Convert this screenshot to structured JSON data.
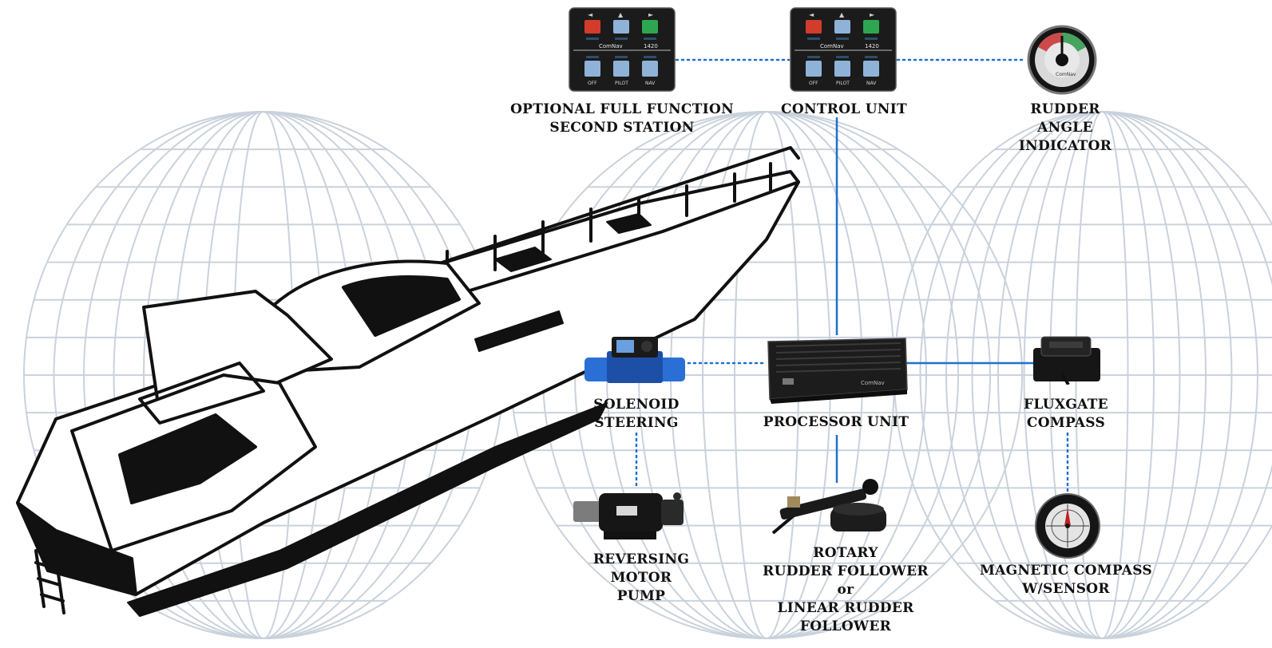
{
  "colors": {
    "link": "#1f6fd1",
    "map_lines": "#c9d2dc",
    "panel_body": "#1b1b1b",
    "btn_red": "#d33c2a",
    "btn_blue": "#8fb3d8",
    "btn_green": "#2ea64f",
    "solenoid_blue": "#2a6fd6",
    "label_text": "#111111"
  },
  "panels": {
    "brand": "ComNav",
    "model": "1420",
    "btn_off": "OFF",
    "btn_pilot": "PILOT",
    "btn_nav": "NAV"
  },
  "components": {
    "second_station": {
      "lines": [
        "OPTIONAL FULL FUNCTION",
        "SECOND STATION"
      ],
      "icon": "control-panel-icon"
    },
    "control_unit": {
      "lines": [
        "CONTROL UNIT"
      ],
      "icon": "control-panel-icon"
    },
    "rudder_angle_indicator": {
      "lines": [
        "RUDDER",
        "ANGLE",
        "INDICATOR"
      ],
      "icon": "gauge-icon"
    },
    "solenoid_steering": {
      "lines": [
        "SOLENOID",
        "STEERING"
      ],
      "icon": "solenoid-valve-icon"
    },
    "processor_unit": {
      "lines": [
        "PROCESSOR UNIT"
      ],
      "icon": "processor-box-icon"
    },
    "fluxgate_compass": {
      "lines": [
        "FLUXGATE",
        "COMPASS"
      ],
      "icon": "fluxgate-sensor-icon"
    },
    "reversing_motor_pump": {
      "lines": [
        "REVERSING",
        "MOTOR",
        "PUMP"
      ],
      "icon": "motor-pump-icon"
    },
    "rudder_follower": {
      "lines": [
        "ROTARY",
        "RUDDER FOLLOWER",
        "or",
        "LINEAR RUDDER",
        "FOLLOWER"
      ],
      "icon": "rudder-follower-icon"
    },
    "magnetic_compass": {
      "lines": [
        "MAGNETIC COMPASS",
        "W/SENSOR"
      ],
      "icon": "compass-icon"
    }
  },
  "illustration": {
    "boat": "motor-yacht-outline",
    "background": "world-map-grid"
  }
}
